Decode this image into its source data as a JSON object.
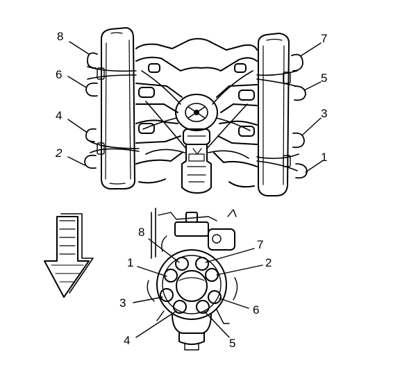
{
  "diagram": {
    "top_view": {
      "left_bank_labels": [
        "8",
        "6",
        "4",
        "2"
      ],
      "right_bank_labels": [
        "7",
        "5",
        "3",
        "1"
      ]
    },
    "distributor": {
      "terminal_labels": [
        "8",
        "7",
        "1",
        "2",
        "3",
        "6",
        "4",
        "5"
      ]
    },
    "icons": [
      "front-direction-arrow-icon",
      "engine-top-view-icon",
      "distributor-cap-icon"
    ],
    "colors": {
      "ink": "#000000",
      "paper": "#ffffff"
    }
  }
}
